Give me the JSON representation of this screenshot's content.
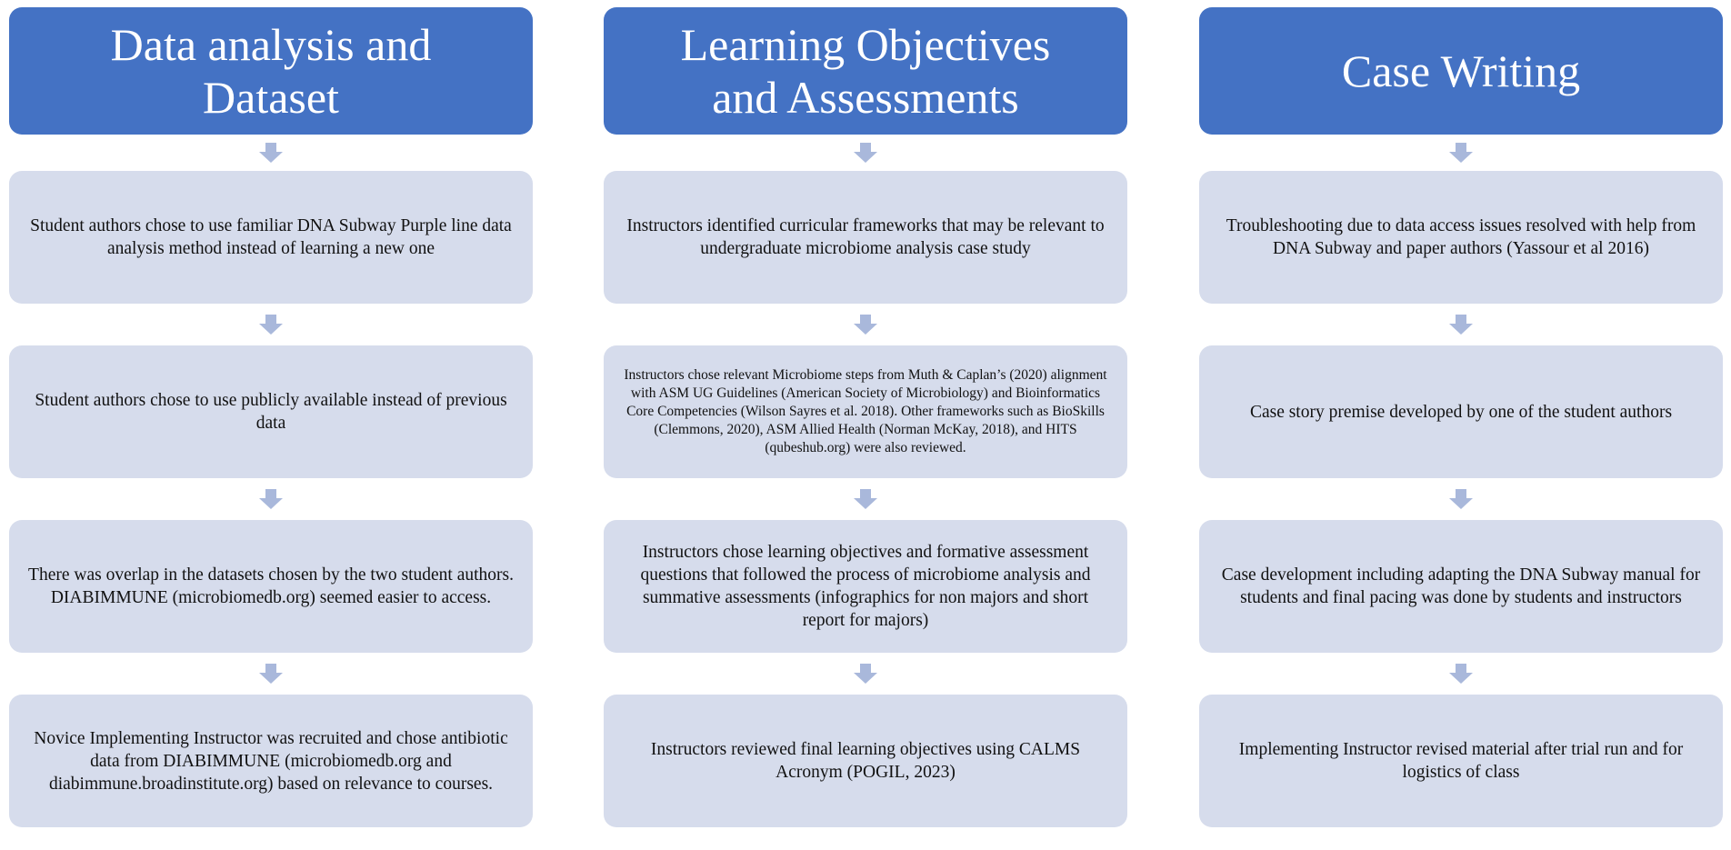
{
  "colors": {
    "header_bg": "#4472c4",
    "box_bg": "#d6dcec",
    "arrow": "#a9b8db"
  },
  "columns": [
    {
      "title": "Data analysis  and\nDataset",
      "steps": [
        "Student authors chose to use familiar  DNA Subway Purple line  data analysis method instead of learning  a new one",
        "Student authors chose to use publicly  available instead of previous data",
        "There was overlap in the datasets chosen by the two student authors.  DIABIMMUNE (microbiomedb.org) seemed easier to access.",
        "Novice Implementing  Instructor was recruited and chose antibiotic  data from DIABIMMUNE (microbiomedb.org and diabimmune.broadinstitute.org)  based on relevance to courses."
      ]
    },
    {
      "title": "Learning  Objectives\nand Assessments",
      "steps": [
        "Instructors identified  curricular frameworks that may be relevant to undergraduate microbiome  analysis case study",
        "Instructors chose relevant Microbiome steps from Muth & Caplan’s (2020) alignment  with ASM UG Guidelines (American Society of Microbiology) and Bioinformatics Core Competencies (Wilson Sayres et al. 2018).  Other frameworks such as BioSkills  (Clemmons, 2020), ASM Allied Health (Norman McKay, 2018), and HITS (qubeshub.org) were also reviewed.",
        "Instructors chose learning objectives and formative  assessment questions that followed the process of microbiome analysis and summative assessments (infographics for non majors and short report for majors)",
        "Instructors reviewed final learning objectives using CALMS Acronym (POGIL, 2023)"
      ]
    },
    {
      "title": "Case Writing",
      "steps": [
        "Troubleshooting  due to data access issues resolved with help from DNA Subway and paper authors (Yassour et al 2016)",
        "Case story premise developed by one of the student authors",
        "Case development including  adapting the DNA Subway manual for students and final pacing was done by students and instructors",
        "Implementing  Instructor revised material after trial run and for logistics of class"
      ]
    }
  ]
}
